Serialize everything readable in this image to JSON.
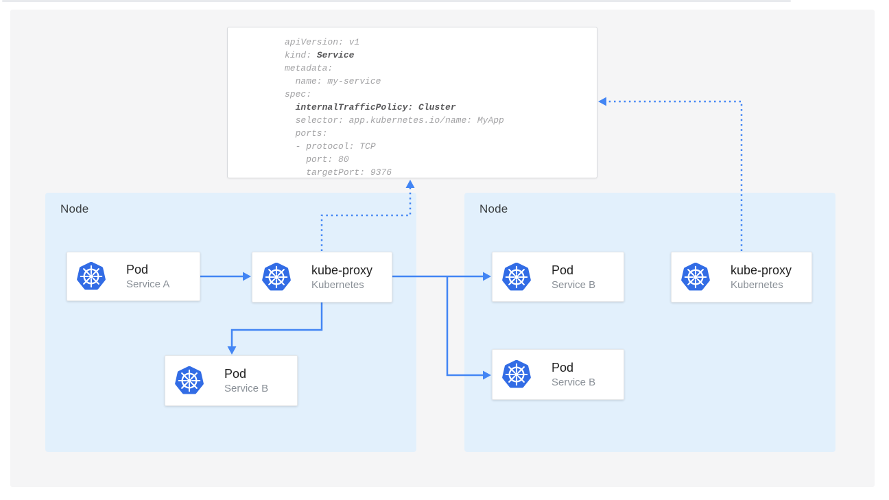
{
  "colors": {
    "accent": "#4285F4",
    "kubernetes_blue": "#326CE5",
    "node_background": "#E2F0FC",
    "panel_background": "#F5F5F6"
  },
  "yaml_card": {
    "lines": [
      [
        {
          "t": "apiVersion: v1",
          "b": false
        }
      ],
      [
        {
          "t": "kind: ",
          "b": false
        },
        {
          "t": "Service",
          "b": true
        }
      ],
      [
        {
          "t": "metadata:",
          "b": false
        }
      ],
      [
        {
          "t": "  name: my-service",
          "b": false
        }
      ],
      [
        {
          "t": "spec:",
          "b": false
        }
      ],
      [
        {
          "t": "  ",
          "b": false
        },
        {
          "t": "internalTrafficPolicy: Cluster",
          "b": true
        }
      ],
      [
        {
          "t": "  selector: app.kubernetes.io/name: MyApp",
          "b": false
        }
      ],
      [
        {
          "t": "  ports:",
          "b": false
        }
      ],
      [
        {
          "t": "  - protocol: TCP",
          "b": false
        }
      ],
      [
        {
          "t": "    port: 80",
          "b": false
        }
      ],
      [
        {
          "t": "    targetPort: 9376",
          "b": false
        }
      ]
    ]
  },
  "nodes": {
    "left": {
      "label": "Node"
    },
    "right": {
      "label": "Node"
    }
  },
  "cards": {
    "pod_a": {
      "title": "Pod",
      "subtitle": "Service A",
      "icon": "kubernetes-icon"
    },
    "kube_proxy_left": {
      "title": "kube-proxy",
      "subtitle": "Kubernetes",
      "icon": "kubernetes-icon"
    },
    "pod_b_left": {
      "title": "Pod",
      "subtitle": "Service B",
      "icon": "kubernetes-icon"
    },
    "pod_b_top_right": {
      "title": "Pod",
      "subtitle": "Service B",
      "icon": "kubernetes-icon"
    },
    "pod_b_bottom_right": {
      "title": "Pod",
      "subtitle": "Service B",
      "icon": "kubernetes-icon"
    },
    "kube_proxy_right": {
      "title": "kube-proxy",
      "subtitle": "Kubernetes",
      "icon": "kubernetes-icon"
    }
  }
}
